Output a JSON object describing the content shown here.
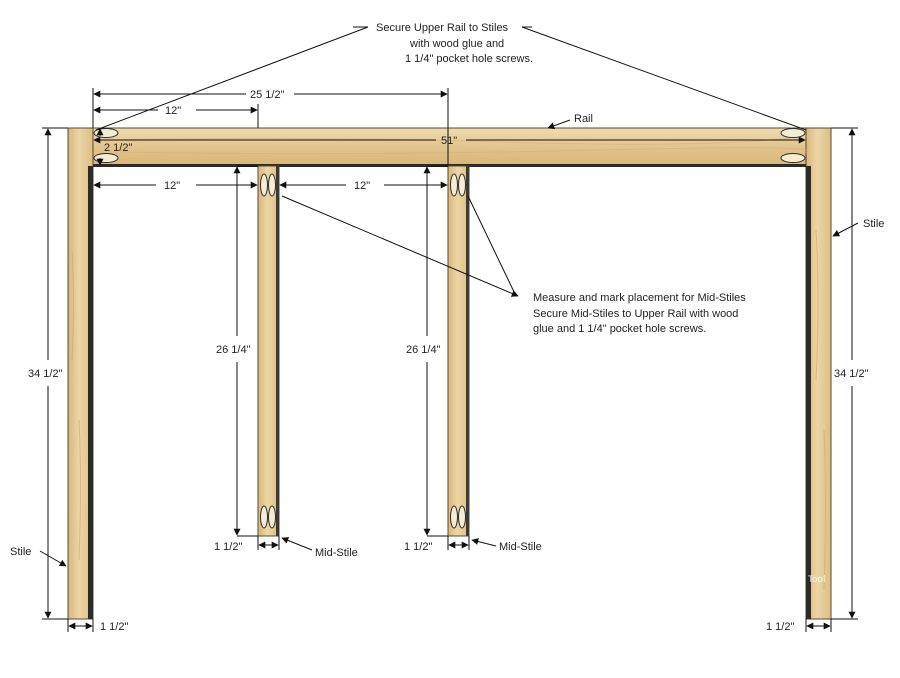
{
  "colors": {
    "wood_light": "#ead3a0",
    "wood_mid": "#dfc088",
    "wood_dark": "#c9a56c",
    "wood_edge": "#5a4a30",
    "shadow": "#2b2b2b",
    "line": "#111111"
  },
  "callouts": {
    "upper_rail": {
      "line1": "Secure Upper Rail to Stiles",
      "line2": "with wood glue and",
      "line3": "1 1/4\" pocket hole screws."
    },
    "mid_stiles": {
      "line1": "Measure and mark placement for Mid-Stiles",
      "line2": "Secure Mid-Stiles to Upper Rail with wood",
      "line3": "glue and 1 1/4\" pocket hole screws."
    }
  },
  "part_labels": {
    "rail": "Rail",
    "stile_right": "Stile",
    "stile_left": "Stile",
    "mid_stile_1": "Mid-Stile",
    "mid_stile_2": "Mid-Stile"
  },
  "dimensions": {
    "top_span": "25 1/2\"",
    "top_12": "12\"",
    "rail_length": "51\"",
    "rail_height": "2 1/2\"",
    "gap_left": "12\"",
    "gap_mid": "12\"",
    "mid_stile_height_1": "26 1/4\"",
    "mid_stile_height_2": "26 1/4\"",
    "stile_height_left": "34 1/2\"",
    "stile_height_right": "34 1/2\"",
    "mid_stile_width_1": "1 1/2\"",
    "mid_stile_width_2": "1 1/2\"",
    "stile_width_left": "1 1/2\"",
    "stile_width_right": "1 1/2\""
  },
  "watermark": "Tool"
}
